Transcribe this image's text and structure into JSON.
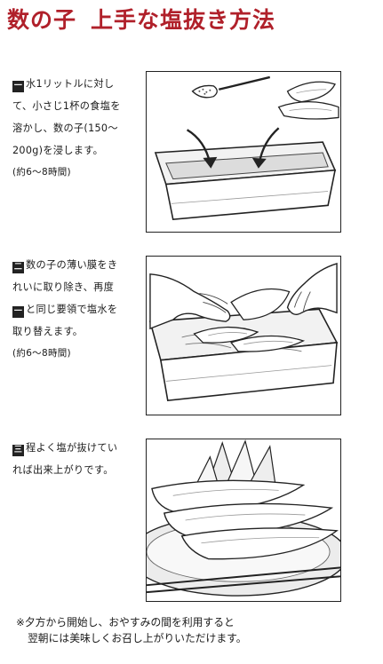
{
  "title": {
    "part1": "数の子",
    "part2": "上手な塩抜き方法"
  },
  "steps": [
    {
      "marker": "一",
      "lines": [
        "水1リットルに対し",
        "て、小さじ1杯の食塩を",
        "溶かし、数の子(150〜",
        "200g)を浸します。"
      ],
      "duration": "(約6〜8時間)"
    },
    {
      "marker": "二",
      "lines": [
        "数の子の薄い膜をき",
        "れいに取り除き、再度",
        "と同じ要領で塩水を",
        "取り替えます。"
      ],
      "inline_ref": "一",
      "duration": "(約6〜8時間)"
    },
    {
      "marker": "三",
      "lines": [
        "程よく塩が抜けてい",
        "れば出来上がりです。"
      ]
    }
  ],
  "note": {
    "line1": "※夕方から開始し、おやすみの間を利用すると",
    "line2": "翌朝には美味しくお召し上がりいただけます。"
  }
}
